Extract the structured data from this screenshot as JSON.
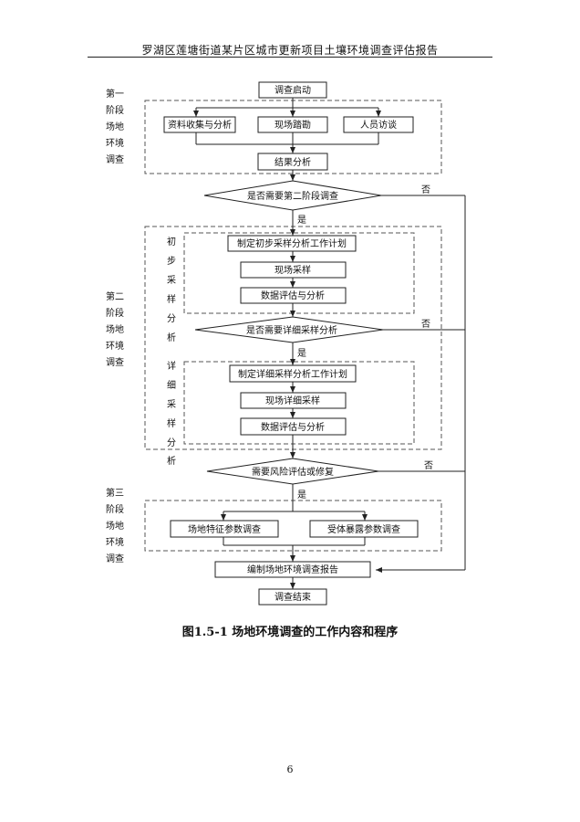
{
  "header": {
    "title": "罗湖区莲塘街道某片区城市更新项目土壤环境调查评估报告"
  },
  "flow": {
    "start": "调查启动",
    "collect": "资料收集与分析",
    "survey": "现场踏勘",
    "interview": "人员访谈",
    "result": "结果分析",
    "decision1": "是否需要第二阶段调查",
    "plan1": "制定初步采样分析工作计划",
    "sample1": "现场采样",
    "eval1": "数据评估与分析",
    "decision2": "是否需要详细采样分析",
    "plan2": "制定详细采样分析工作计划",
    "sample2": "现场详细采样",
    "eval2": "数据评估与分析",
    "decision3": "需要风险评估或修复",
    "param1": "场地特征参数调查",
    "param2": "受体暴露参数调查",
    "report": "编制场地环境调查报告",
    "end": "调查结束",
    "yes": "是",
    "no": "否"
  },
  "stages": {
    "stage1": [
      "第一",
      "阶段",
      "场地",
      "环境",
      "调查"
    ],
    "stage2": [
      "第二",
      "阶段",
      "场地",
      "环境",
      "调查"
    ],
    "stage3": [
      "第三",
      "阶段",
      "场地",
      "环境",
      "调查"
    ],
    "prelim": [
      "初",
      "步",
      "采",
      "样",
      "分",
      "析"
    ],
    "detail": [
      "详",
      "细",
      "采",
      "样",
      "分",
      "析"
    ]
  },
  "caption": "图1.5-1   场地环境调查的工作内容和程序",
  "page_number": "6"
}
